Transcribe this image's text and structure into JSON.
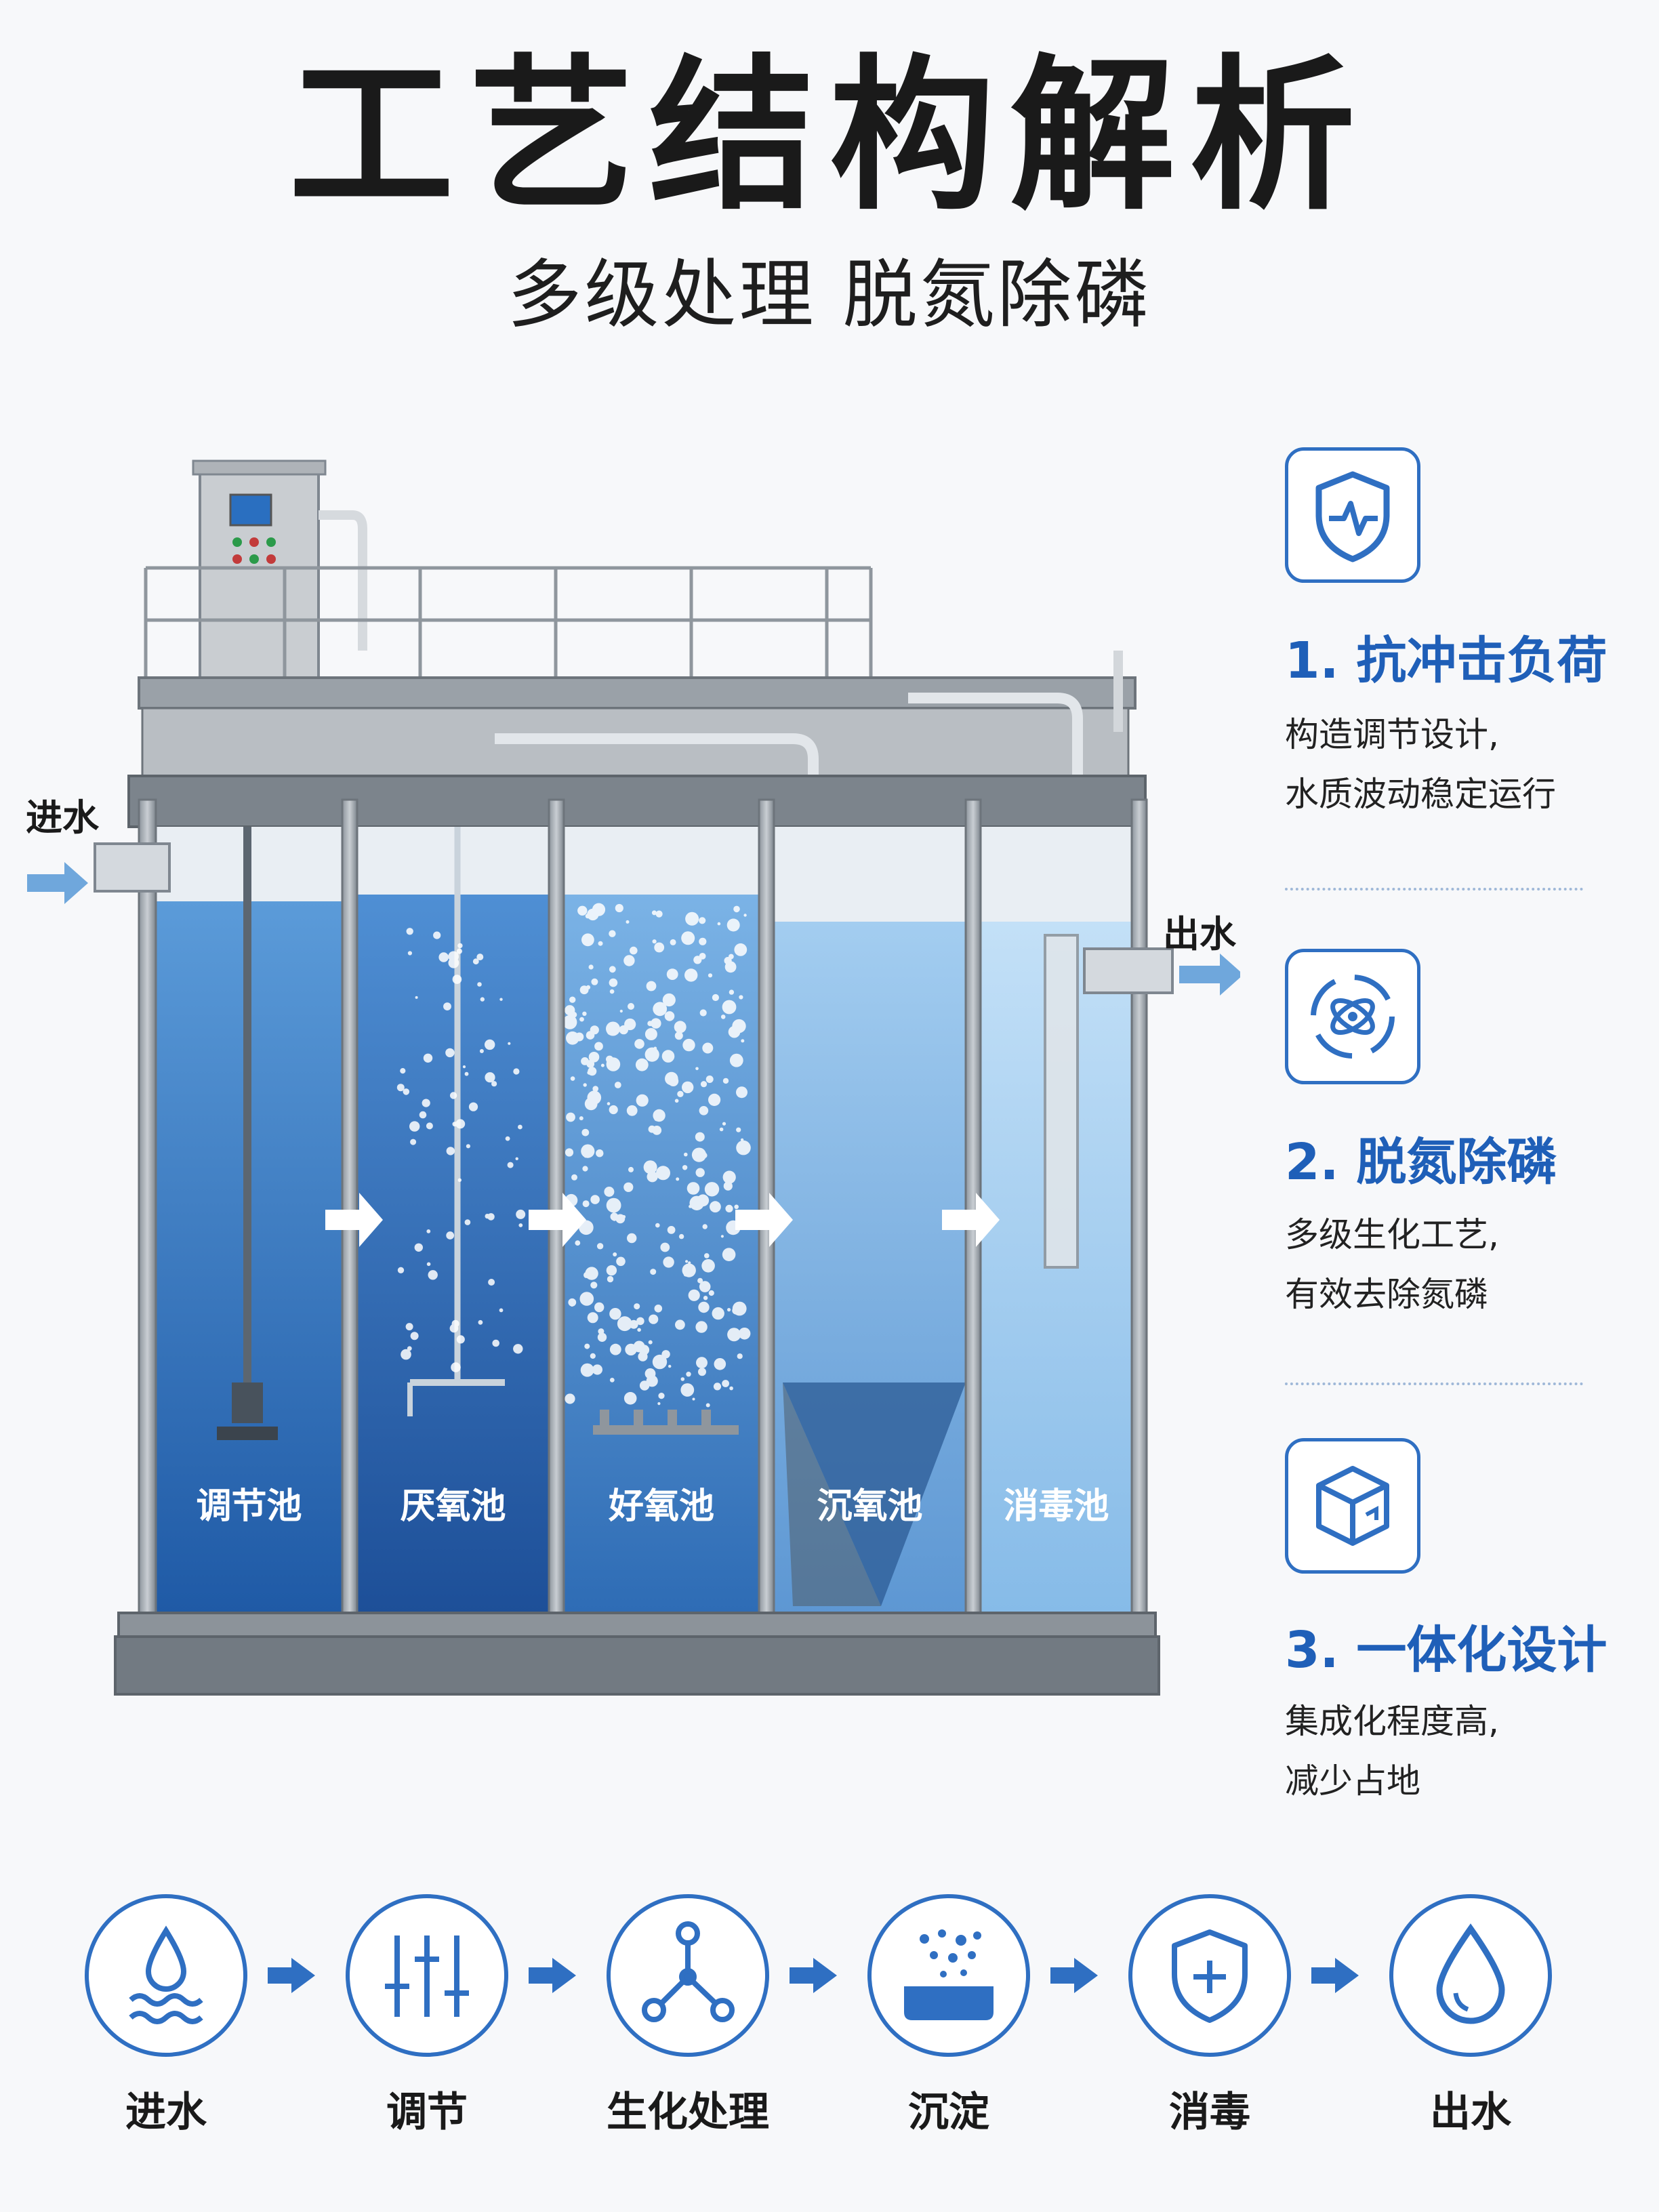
{
  "header": {
    "title": "工艺结构解析",
    "subtitle": "多级处理 脱氮除磷"
  },
  "diagram": {
    "inlet_label": "进水",
    "outlet_label": "出水",
    "tanks": [
      {
        "label": "调节池",
        "color": "#3d7fc8"
      },
      {
        "label": "厌氧池",
        "color": "#2f6ab8"
      },
      {
        "label": "好氧池",
        "color": "#4a8ed0"
      },
      {
        "label": "沉氧池",
        "color": "#79b3e4"
      },
      {
        "label": "消毒池",
        "color": "#9ccaf0"
      }
    ]
  },
  "features": [
    {
      "title": "1. 抗冲击负荷",
      "desc": [
        "构造调节设计,",
        "水质波动稳定运行"
      ],
      "icon": "shield-pulse-icon"
    },
    {
      "title": "2. 脱氮除磷",
      "desc": [
        "多级生化工艺,",
        "有效去除氮磷"
      ],
      "icon": "cycle-atom-icon"
    },
    {
      "title": "3. 一体化设计",
      "desc": [
        "集成化程度高,",
        "减少占地"
      ],
      "icon": "cube-icon"
    }
  ],
  "process_steps": [
    {
      "label": "进水",
      "icon": "water-drop-waves-icon"
    },
    {
      "label": "调节",
      "icon": "sliders-icon"
    },
    {
      "label": "生化处理",
      "icon": "molecule-icon"
    },
    {
      "label": "沉淀",
      "icon": "sediment-basin-icon"
    },
    {
      "label": "消毒",
      "icon": "shield-plus-icon"
    },
    {
      "label": "出水",
      "icon": "water-drop-icon"
    }
  ],
  "colors": {
    "accent": "#2f6fc2",
    "frame": "#7f8790",
    "title": "#1a1a1a"
  }
}
